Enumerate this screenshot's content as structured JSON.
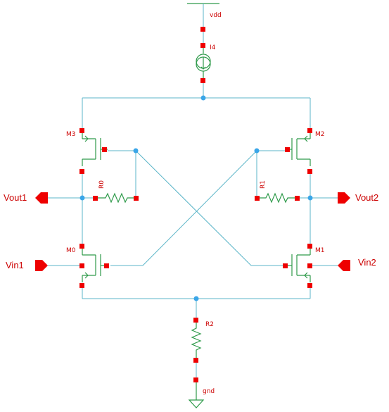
{
  "nets": {
    "supply": "vdd",
    "ground": "gnd"
  },
  "ports": {
    "vout1": "Vout1",
    "vout2": "Vout2",
    "vin1": "Vin1",
    "vin2": "Vin2"
  },
  "devices": {
    "current_source": "I4",
    "nmos_left_top": "M3",
    "nmos_right_top": "M2",
    "nmos_left_bottom": "M0",
    "nmos_right_bottom": "M1",
    "resistor_left": "R0",
    "resistor_right": "R1",
    "resistor_tail": "R2"
  },
  "colors": {
    "wire": "#5bb5c8",
    "device": "#2e9a4a",
    "pin": "#ee0000",
    "junction": "#3aa6e8",
    "label": "#cc0000"
  }
}
